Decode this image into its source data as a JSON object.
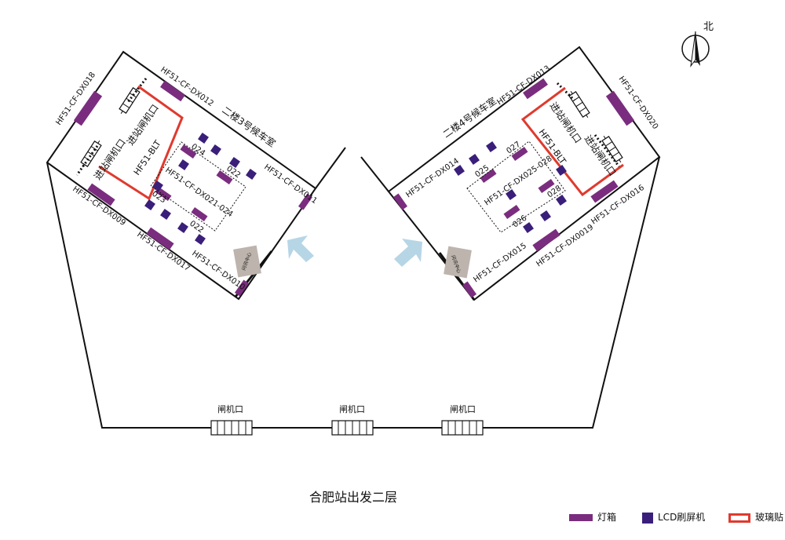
{
  "colors": {
    "light_box": "#7a2d7e",
    "lcd": "#3a1f7a",
    "glass": "#e03a2e",
    "arrow": "#b6d6e6",
    "info": "#bdb4ad",
    "line": "#111111"
  },
  "north_label": "北",
  "caption": "合肥站出发二层",
  "legend": {
    "light_box": "灯箱",
    "lcd": "LCD刷屏机",
    "glass": "玻璃贴"
  },
  "gate_label": "闸机口",
  "left_room": {
    "name": "二楼3号候车室",
    "gate_top": "进站闸机口",
    "gate_bottom": "进站闸机口",
    "blt": "HF51-BLT",
    "group_label": "HF51-CF-DX021-024",
    "screen_024": "024",
    "screen_022a": "022",
    "screen_023": "023",
    "screen_022b": "022",
    "dx018": "HF51-CF-DX018",
    "dx012": "HF51-CF-DX012",
    "dx009": "HF51-CF-DX009",
    "dx017": "HF51-CF-DX017",
    "dx010": "HF51-CF-DX010",
    "dx011": "HF51-CF-DX011",
    "info": "问讯中心"
  },
  "right_room": {
    "name": "二楼4号候车室",
    "gate_top": "进站闸机口",
    "gate_bottom": "进站闸机口",
    "blt": "HF51-BLT",
    "group_label": "HF51-CF-DX025-028",
    "screen_025": "025",
    "screen_027": "027",
    "screen_026": "026",
    "screen_028": "028",
    "dx013": "HF51-CF-DX013",
    "dx020": "HF51-CF-DX020",
    "dx014": "HF51-CF-DX014",
    "dx016": "HF51-CF-DX016",
    "dx0019": "HF51-CF-DX0019",
    "dx015": "HF51-CF-DX015",
    "info": "问讯中心"
  }
}
